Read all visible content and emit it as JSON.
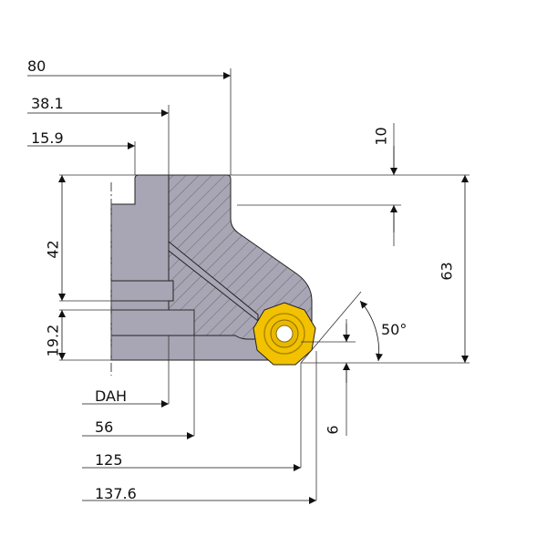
{
  "dimensions": {
    "d80": "80",
    "d38": "38.1",
    "d15": "15.9",
    "d10": "10",
    "d42": "42",
    "d63": "63",
    "d19": "19.2",
    "angle": "50°",
    "dah": "DAH",
    "d56": "56",
    "d125": "125",
    "d137": "137.6",
    "d6": "6"
  },
  "colors": {
    "body": "#a8a6b4",
    "insert": "#f2c200",
    "line": "#222222"
  }
}
